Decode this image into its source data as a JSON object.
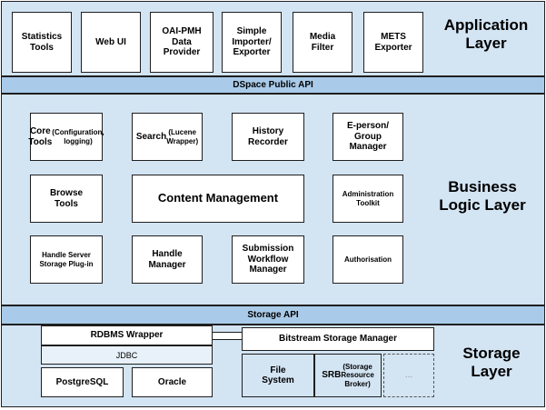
{
  "application_layer": {
    "label": "Application\nLayer",
    "boxes": [
      "Statistics\nTools",
      "Web UI",
      "OAI-PMH\nData\nProvider",
      "Simple\nImporter/\nExporter",
      "Media\nFilter",
      "METS\nExporter"
    ]
  },
  "public_api": {
    "label": "DSpace Public API"
  },
  "business_layer": {
    "label": "Business\nLogic Layer",
    "core_tools": {
      "title": "Core Tools",
      "sub": "(Configuration,\nlogging)"
    },
    "search": {
      "title": "Search",
      "sub": "(Lucene\nWrapper)"
    },
    "history_recorder": "History\nRecorder",
    "eperson": "E-person/\nGroup\nManager",
    "browse_tools": "Browse\nTools",
    "content_management": "Content Management",
    "administration_toolkit": "Administration\nToolkit",
    "handle_server": "Handle Server\nStorage Plug-in",
    "handle_manager": "Handle\nManager",
    "submission_workflow": "Submission\nWorkflow\nManager",
    "authorisation": "Authorisation"
  },
  "storage_api": {
    "label": "Storage API"
  },
  "storage_layer": {
    "label": "Storage\nLayer",
    "rdbms_wrapper": "RDBMS Wrapper",
    "jdbc": "JDBC",
    "postgresql": "PostgreSQL",
    "oracle": "Oracle",
    "bitstream_manager": "Bitstream Storage Manager",
    "file_system": "File\nSystem",
    "srb": {
      "title": "SRB",
      "sub": "(Storage\nResource\nBroker)"
    },
    "more": "..."
  },
  "colors": {
    "layer_fill": "#d3e4f3",
    "api_fill": "#a9cbe9",
    "box_fill": "#ffffff"
  }
}
